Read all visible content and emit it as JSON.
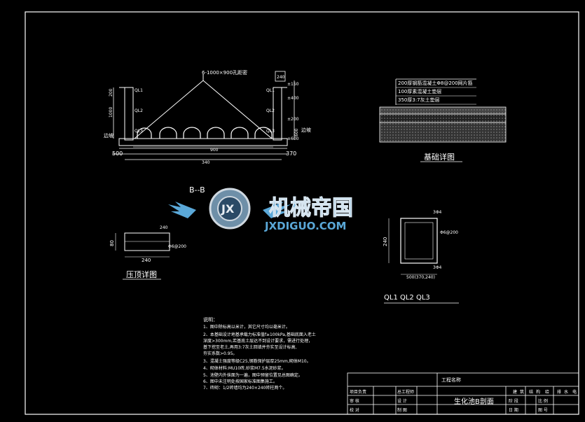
{
  "section": {
    "label": "B--B",
    "arch_note": "6-1000×900孔距密",
    "dims": {
      "top_240": "240",
      "lvl_150": "±150",
      "lvl_200": "±200",
      "lvl_400": "±400",
      "lvl_600": "±600",
      "ql1": "QL1",
      "ql2": "QL2",
      "ql3": "QL3",
      "left_bank": "边坡",
      "right_bank": "边坡",
      "span_inner": "900",
      "span_total": "340",
      "left_500": "500",
      "right_370": "370",
      "h_1000": "1000",
      "h_200": "200",
      "h_600": "600"
    }
  },
  "foundation": {
    "layers": [
      "200厚钢筋混凝土Φ8@200网片筋",
      "100厚素混凝土垫层",
      "350厚3:7灰土垫层"
    ],
    "title": "基础详图"
  },
  "watermark": {
    "cn": "机械帝国",
    "en": "JXDIGUO.COM",
    "badge": "JX"
  },
  "cap": {
    "title": "压顶详图",
    "w": "240",
    "h": "80",
    "top": "240",
    "rebar": "Φ6@200"
  },
  "ql": {
    "title": "QL1 QL2 QL3",
    "top_dim": "3Φ4",
    "bot_dim": "3Φ4",
    "side": "240",
    "rebar": "Φ6@200",
    "width": "500(370,240)"
  },
  "notes": {
    "header": "说明：",
    "items": [
      "1、图中除标高以米计，其它尺寸均以毫米计。",
      "2、本基础设计地基承载力标准值f≥100kPa,基础底面入老土",
      "   深度>300mm,若基底土层达不到设计要求，需进行处理，",
      "   基下挖至老土,再用3:7灰土回填并夯实至设计标高,",
      "   夯实系数>0.95。",
      "3、混凝土强度等级C25,钢筋保护层厚25mm,砌体M10。",
      "4、砌体材料:MU10砖,砂浆M7.5水泥砂浆。",
      "5、池壁内外抹面为一遍，图中预留位置见总图确定。",
      "6、图中未注明处按国家标准图集施工。",
      "7、砖砌：1/2砖墙均为240×240砖柱两个。"
    ]
  },
  "title_block": {
    "project_name_label": "工程名称",
    "drawing_title": "生化池B剖面",
    "row1": [
      "项目负责",
      "",
      "总工程师",
      ""
    ],
    "row2": [
      "审    核",
      "",
      "设    计",
      ""
    ],
    "row3": [
      "校    对",
      "",
      "制    图",
      ""
    ],
    "right_row1": [
      "建",
      "筑",
      "结",
      "构",
      "给",
      "排",
      "水",
      "电"
    ],
    "right_row2": [
      "阶 段",
      "",
      "比 例",
      ""
    ],
    "right_row3": [
      "日 期",
      "",
      "图 号",
      ""
    ]
  }
}
